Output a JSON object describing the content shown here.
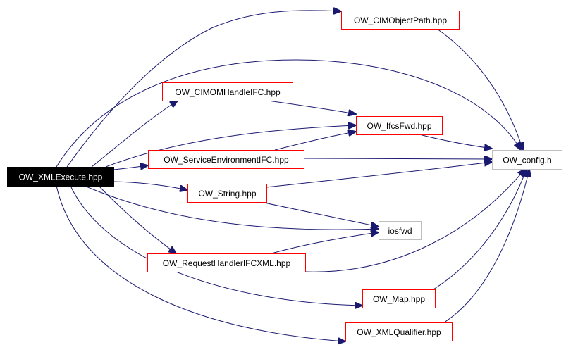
{
  "colors": {
    "edge": "#191970",
    "root_fill": "#000000",
    "root_text": "#ffffff",
    "linked_border": "#ff0000",
    "unlinked_border": "#bfbfbf",
    "node_text": "#000000",
    "background": "#ffffff"
  },
  "nodes": {
    "root": {
      "label": "OW_XMLExecute.hpp",
      "kind": "root"
    },
    "cimobjectpath": {
      "label": "OW_CIMObjectPath.hpp",
      "kind": "linked"
    },
    "cimomhandleifc": {
      "label": "OW_CIMOMHandleIFC.hpp",
      "kind": "linked"
    },
    "ifcsfwd": {
      "label": "OW_IfcsFwd.hpp",
      "kind": "linked"
    },
    "serviceenvironmentifc": {
      "label": "OW_ServiceEnvironmentIFC.hpp",
      "kind": "linked"
    },
    "config": {
      "label": "OW_config.h",
      "kind": "unlinked"
    },
    "string": {
      "label": "OW_String.hpp",
      "kind": "linked"
    },
    "iosfwd": {
      "label": "iosfwd",
      "kind": "unlinked"
    },
    "requesthandlerifcxml": {
      "label": "OW_RequestHandlerIFCXML.hpp",
      "kind": "linked"
    },
    "map": {
      "label": "OW_Map.hpp",
      "kind": "linked"
    },
    "xmlqualifier": {
      "label": "OW_XMLQualifier.hpp",
      "kind": "linked"
    }
  },
  "edges": [
    {
      "from": "root",
      "to": "cimobjectpath"
    },
    {
      "from": "root",
      "to": "config"
    },
    {
      "from": "root",
      "to": "cimomhandleifc"
    },
    {
      "from": "root",
      "to": "ifcsfwd"
    },
    {
      "from": "root",
      "to": "serviceenvironmentifc"
    },
    {
      "from": "root",
      "to": "string"
    },
    {
      "from": "root",
      "to": "iosfwd"
    },
    {
      "from": "root",
      "to": "requesthandlerifcxml"
    },
    {
      "from": "root",
      "to": "map"
    },
    {
      "from": "root",
      "to": "xmlqualifier"
    },
    {
      "from": "cimobjectpath",
      "to": "config"
    },
    {
      "from": "cimomhandleifc",
      "to": "ifcsfwd"
    },
    {
      "from": "ifcsfwd",
      "to": "config"
    },
    {
      "from": "serviceenvironmentifc",
      "to": "ifcsfwd"
    },
    {
      "from": "serviceenvironmentifc",
      "to": "config"
    },
    {
      "from": "string",
      "to": "config"
    },
    {
      "from": "string",
      "to": "iosfwd"
    },
    {
      "from": "requesthandlerifcxml",
      "to": "iosfwd"
    },
    {
      "from": "requesthandlerifcxml",
      "to": "config"
    },
    {
      "from": "map",
      "to": "config"
    },
    {
      "from": "xmlqualifier",
      "to": "config"
    }
  ]
}
